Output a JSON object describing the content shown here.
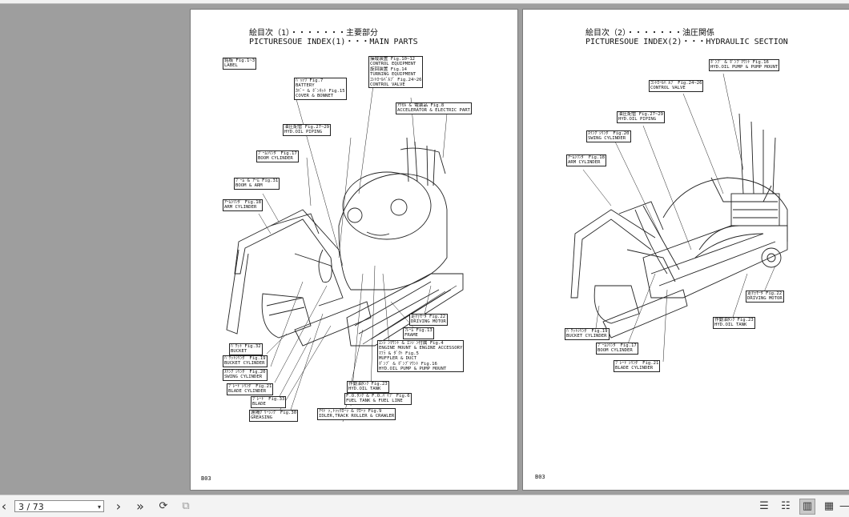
{
  "page1": {
    "title_line1": "絵目次（1）・・・・・・・主要部分",
    "title_line2": "PICTURESOUE INDEX(1)・・・MAIN PARTS",
    "footer": "B03",
    "labels": [
      "銘板 Fig.1~3\nLABEL",
      "操縦装置 Fig.10~12\nCONTROL EQUIPMENT\n旋回装置 Fig.14\nTURNING EQUIPMENT\nｺﾝﾄﾛｰﾙﾊﾞﾙﾌﾞ Fig.24~26\nCONTROL VALVE",
      "ﾊﾞｯﾃﾘ Fig.7\nBATTERY\nｶﾊﾞｰ & ﾎﾞﾝﾈｯﾄ Fig.15\nCOVER & BONNET",
      "ｱｸｾﾙ & 電装品 Fig.8\nACCELERATOR & ELECTRIC PART",
      "油圧配管 Fig.27~29\nHYD.OIL PIPING",
      "ﾌﾞｰﾑｼﾘﾝﾀﾞ Fig.17\nBOOM CYLINDER",
      "ﾌﾞｰﾑ & ｱｰﾑ Fig.31\nBOOM & ARM",
      "ｱｰﾑｼﾘﾝﾀﾞ Fig.18\nARM CYLINDER",
      "走行ﾓｰﾀ Fig.22\nDRIVING MOTOR",
      "ﾌﾚｰﾑ Fig.13\nFRAME",
      "ｴﾝｼﾞﾝﾏｳﾝﾄ & ｴﾝｼﾞﾝ付属 Fig.4\nENGINE MOUNT & ENGINE ACCESSORY\nﾏﾌﾗ & ﾀﾞｸﾄ Fig.5\nMUFFLER & DUCT\nﾎﾟﾝﾌﾟ & ﾎﾟﾝﾌﾟﾏｳﾝﾄ Fig.16\nHYD.OIL PUMP & PUMP MOUNT",
      "ﾊﾞｹｯﾄ Fig.32\nBUCKET",
      "ﾊﾞｹｯﾄｼﾘﾝﾀﾞ Fig.19\nBUCKET CYLINDER",
      "ｽｲﾝｸﾞｼﾘﾝﾀﾞ Fig.20\nSWING CYLINDER",
      "ﾌﾞﾚｰﾄﾞｼﾘﾝﾀﾞ Fig.21\nBLADE CYLINDER",
      "ﾌﾞﾚｰﾄﾞ Fig.33\nBLADE",
      "作動油ﾀﾝｸ Fig.23\nHYD.OIL TANK",
      "F.O.ﾀﾝｸ & F.O.ﾊﾟｲﾌﾟ Fig.6\nFUEL TANK & FUEL LINE",
      "遠隔ｸﾞﾘｰｼﾝｸﾞ Fig.30\nGREASING",
      "ｱｲﾄﾞﾗ,ﾄﾗｯｸﾛｰﾗ & ｸﾛｰﾗ Fig.9\nIDLER,TRACK ROLLER & CRAWLER"
    ]
  },
  "page2": {
    "title_line1": "絵目次（2）・・・・・・・油圧関係",
    "title_line2": "PICTURESOUE INDEX(2)・・・HYDRAULIC SECTION",
    "footer": "B03",
    "labels": [
      "ﾎﾟﾝﾌﾟ & ﾎﾟﾝﾌﾟﾏｳﾝﾄ Fig.16\nHYD.OIL PUMP & PUMP MOUNT",
      "ｺﾝﾄﾛｰﾙﾊﾞﾙﾌﾞ Fig.24~26\nCONTROL VALVE",
      "油圧配管 Fig.27~29\nHYD.OIL PIPING",
      "ｽｲﾝｸﾞｼﾘﾝﾀﾞ Fig.20\nSWING CYLINDER",
      "ｱｰﾑｼﾘﾝﾀﾞ Fig.18\nARM CYLINDER",
      "走行ﾓｰﾀ Fig.22\nDRIVING MOTOR",
      "作動油ﾀﾝｸ Fig.23\nHYD.OIL TANK",
      "ﾊﾞｹｯﾄｼﾘﾝﾀﾞ Fig.19\nBUCKET CYLINDER",
      "ﾌﾞｰﾑｼﾘﾝﾀﾞ Fig.17\nBOOM CYLINDER",
      "ﾌﾞﾚｰﾄﾞｼﾘﾝﾀﾞ Fig.21\nBLADE CYLINDER"
    ]
  },
  "toolbar": {
    "prev_icon": "chevron-left-icon",
    "prev_glyph": "‹",
    "page_value": "3 / 73",
    "dropdown_glyph": "▾",
    "next_glyph": "›",
    "last_glyph": "»",
    "rotate_glyph": "⟳",
    "fit_glyph": "⧉",
    "view_single_glyph": "☰",
    "view_continuous_glyph": "☷",
    "view_two_page_glyph": "▥",
    "view_two_continuous_glyph": "▦",
    "more_glyph": "—"
  }
}
